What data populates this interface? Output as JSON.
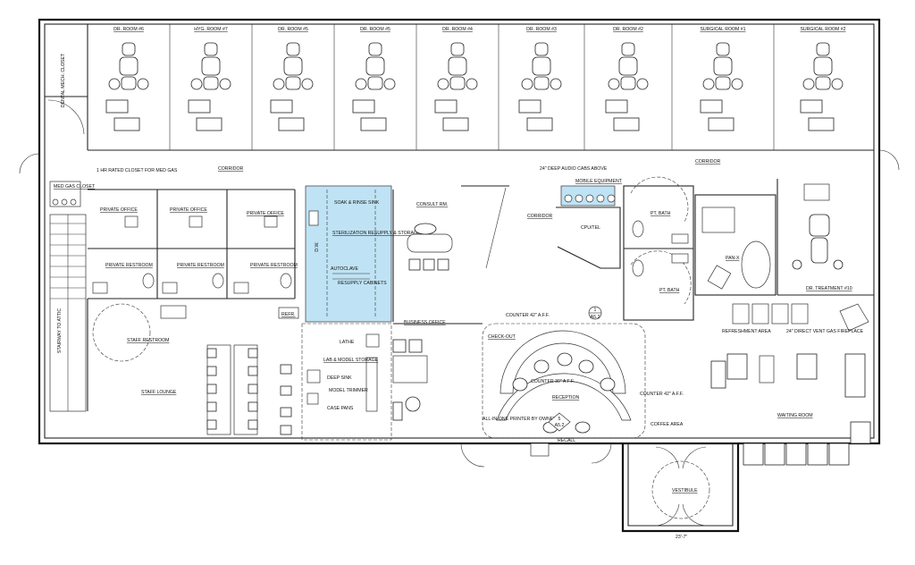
{
  "plan": {
    "operatories": [
      {
        "label": "DR. ROOM #6"
      },
      {
        "label": "HYG. ROOM #7"
      },
      {
        "label": "DR. ROOM #5"
      },
      {
        "label": "DR. ROOM #5"
      },
      {
        "label": "DR. ROOM #4"
      },
      {
        "label": "DR. ROOM #3"
      },
      {
        "label": "DR. ROOM #2"
      },
      {
        "label": "SURGICAL ROOM #1"
      },
      {
        "label": "SURGICAL ROOM #2"
      }
    ],
    "labels": {
      "dental_mech_closet": "DENTAL MECH. CLOSET",
      "med_gas_closet": "MED GAS CLOSET",
      "rated_closet_note": "1 HR RATED CLOSET FOR MED GAS",
      "corridor_left": "CORRIDOR",
      "corridor_mid": "CORRIDOR",
      "corridor_right": "CORRIDOR",
      "private_office_1": "PRIVATE OFFICE",
      "private_office_2": "PRIVATE OFFICE",
      "private_office_3": "PRIVATE OFFICE",
      "private_restroom_1": "PRIVATE RESTROOM",
      "private_restroom_2": "PRIVATE RESTROOM",
      "private_restroom_3": "PRIVATE RESTROOM",
      "soak_rinse_sink": "SOAK & RINSE SINK",
      "sterilization": "STERILIZATION RESUPPLY & STORAGE",
      "autoclave": "AUTOCLAVE",
      "resupply_cabinets": "RESUPPLY CABINETS",
      "dw": "D.W.",
      "consult_rm": "CONSULT RM.",
      "audio_cabs": "24\" DEEP AUDIO CABS ABOVE",
      "mobile_equipment": "MOBILE EQUIPMENT",
      "cpu_tel": "CPU/TEL",
      "pt_bath_1": "PT. BATH",
      "pt_bath_2": "PT. BATH",
      "pan_x": "PAN-X",
      "dr_treatment": "DR. TREATMENT #10",
      "refr": "REFR.",
      "stairway": "STAIRWAY TO ATTIC",
      "staff_restroom": "STAFF RESTROOM",
      "staff_lounge": "STAFF LOUNGE",
      "lathe": "LATHE",
      "lab_model": "LAB & MODEL STORAGE",
      "deep_sink": "DEEP SINK",
      "model_trimmer": "MODEL TRIMMER",
      "case_pans": "CASE PANS",
      "business_office": "BUSINESS OFFICE",
      "counter_42_top": "COUNTER 42\" A.F.F.",
      "check_out": "CHECK-OUT",
      "counter_30": "COUNTER 30\" A.F.F.",
      "reception": "RECEPTION",
      "counter_42_right": "COUNTER 42\" A.F.F.",
      "printer_note": "ALL-IN-ONE PRINTER BY OWNER",
      "recall": "RECALL",
      "refreshment_area": "REFRESHMENT AREA",
      "gas_fireplace": "24\" DIRECT VENT GAS FIREPLACE",
      "waiting_room": "WAITING ROOM",
      "coffee_area": "COFFEE AREA",
      "vestibule": "VESTIBULE",
      "dimension": "23'-7\""
    },
    "sections": [
      {
        "number": "1",
        "sheet": "A5.2"
      },
      {
        "number": "5",
        "sheet": "A5.2"
      }
    ]
  }
}
